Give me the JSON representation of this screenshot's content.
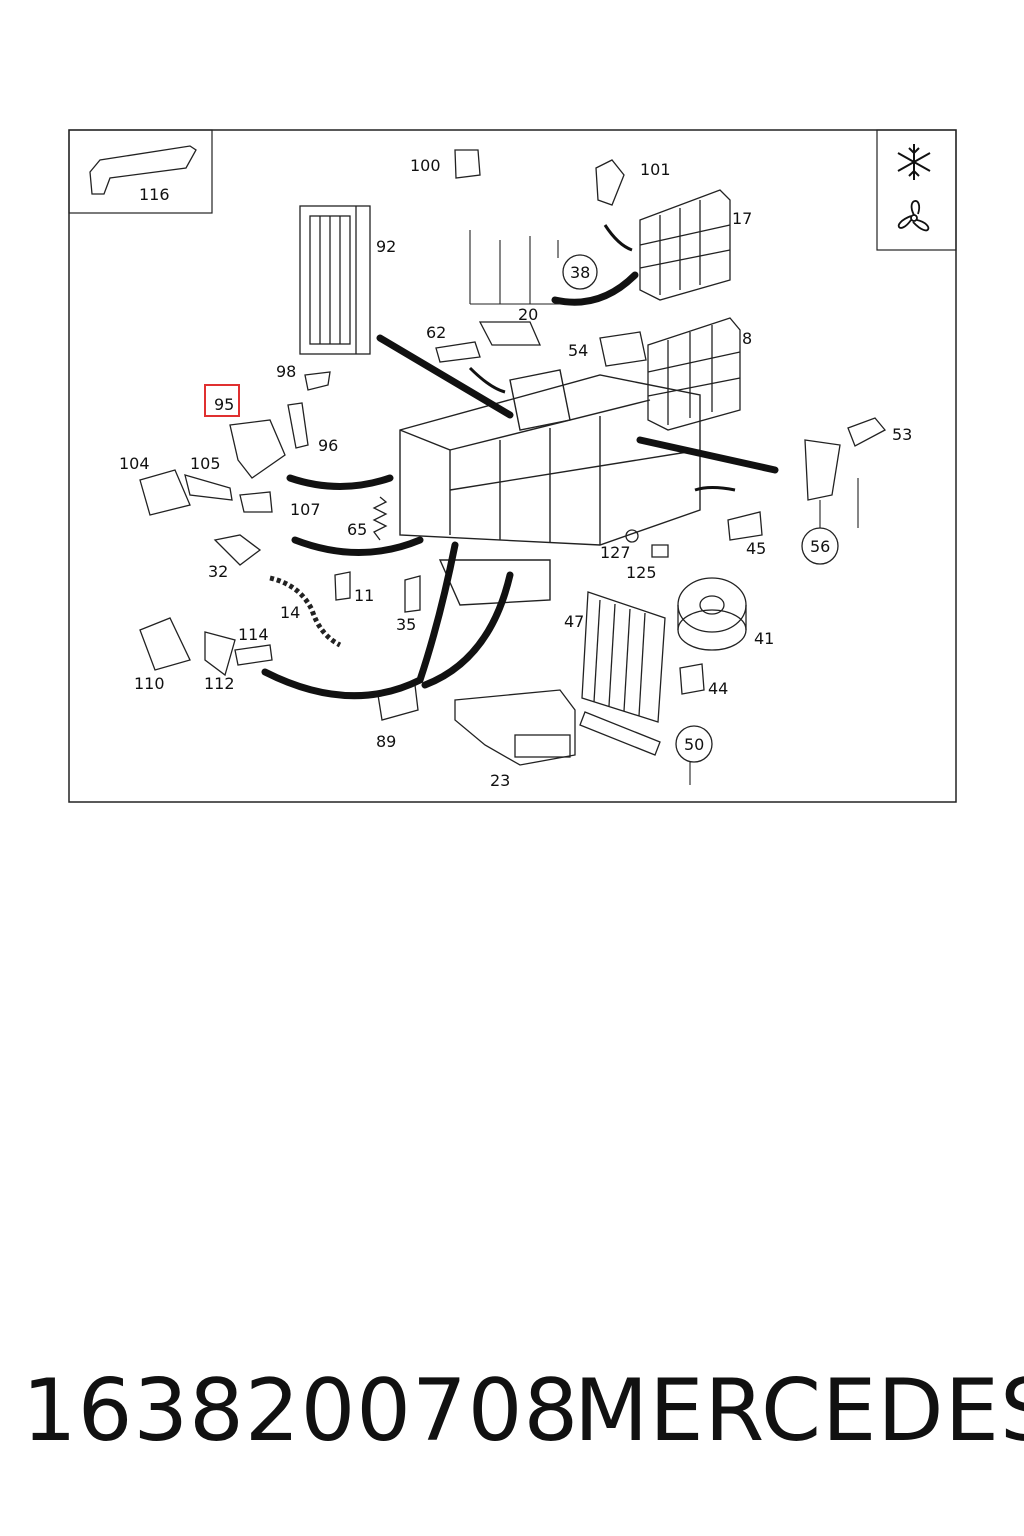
{
  "diagram": {
    "callouts": [
      "116",
      "100",
      "101",
      "92",
      "17",
      "38",
      "20",
      "62",
      "54",
      "8",
      "98",
      "95",
      "96",
      "104",
      "105",
      "107",
      "65",
      "53",
      "56",
      "45",
      "127",
      "125",
      "32",
      "14",
      "11",
      "35",
      "47",
      "41",
      "114",
      "110",
      "112",
      "44",
      "89",
      "23",
      "50"
    ],
    "highlighted_callout": "95",
    "legend_icons": [
      "snowflake-icon",
      "fan-icon"
    ],
    "highlight_color": "#e03030"
  },
  "footer": {
    "part_number": "1638200708",
    "brand": "MERCEDES"
  }
}
